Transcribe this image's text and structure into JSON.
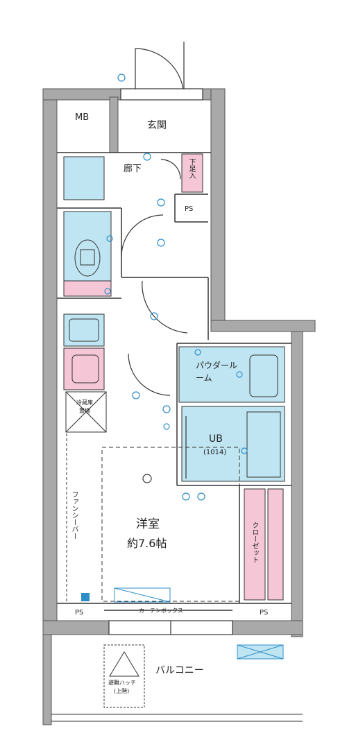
{
  "rooms": {
    "mb": "MB",
    "entrance": "玄関",
    "hallway": "廊下",
    "shoe_closet": "下足入",
    "ps_upper": "PS",
    "powder_room": "パウダールーム",
    "ub": "UB",
    "ub_size": "(1014)",
    "western_room": "洋室",
    "western_size": "約7.6帖",
    "closet": "クローゼット",
    "fan_cover": "ファンシーバー",
    "curtain_box": "カーテンボックス",
    "ps_left": "PS",
    "ps_right": "PS",
    "balcony": "バルコニー",
    "evac_hatch_line1": "避難ハッチ",
    "evac_hatch_line2": "(上階)",
    "fridge_line1": "冷蔵庫",
    "fridge_line2": "置場"
  },
  "colors": {
    "wall": "#a9a9a9",
    "blue": "#bfe4f2",
    "pink": "#f5c6d6",
    "line": "#333333",
    "icon": "#2b8ec9"
  }
}
